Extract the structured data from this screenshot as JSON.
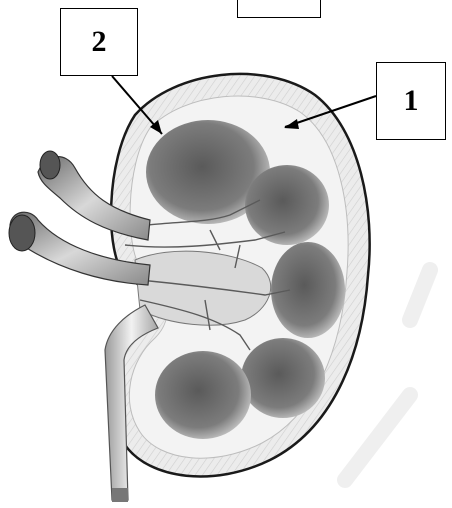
{
  "labels": [
    {
      "id": "1",
      "text": "1"
    },
    {
      "id": "2",
      "text": "2"
    }
  ],
  "colors": {
    "ink": "#000000",
    "cortex": "#e9e9e9",
    "pyramid": "#6d6d6d",
    "vessel": "#9a9a9a"
  }
}
